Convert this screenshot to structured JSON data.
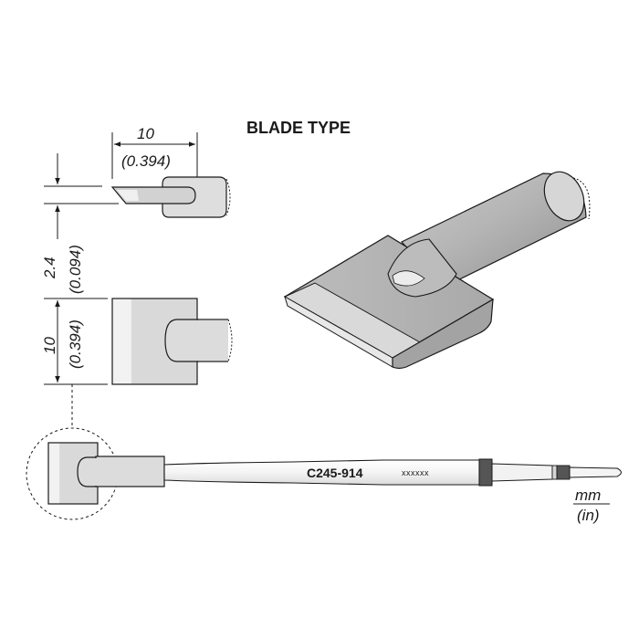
{
  "title": "BLADE TYPE",
  "part_number": "C245-914",
  "marking": "xxxxxx",
  "units": {
    "primary": "mm",
    "secondary": "(in)"
  },
  "dimensions": {
    "blade_length": {
      "mm": "10",
      "in": "(0.394)"
    },
    "thickness": {
      "mm": "2.4",
      "in": "(0.094)"
    },
    "blade_width": {
      "mm": "10",
      "in": "(0.394)"
    }
  },
  "colors": {
    "line": "#1a1a1a",
    "metal_light": "#e2e2e2",
    "metal_mid": "#c8c8c8",
    "metal_dark": "#9a9a9a",
    "band": "#555555"
  }
}
